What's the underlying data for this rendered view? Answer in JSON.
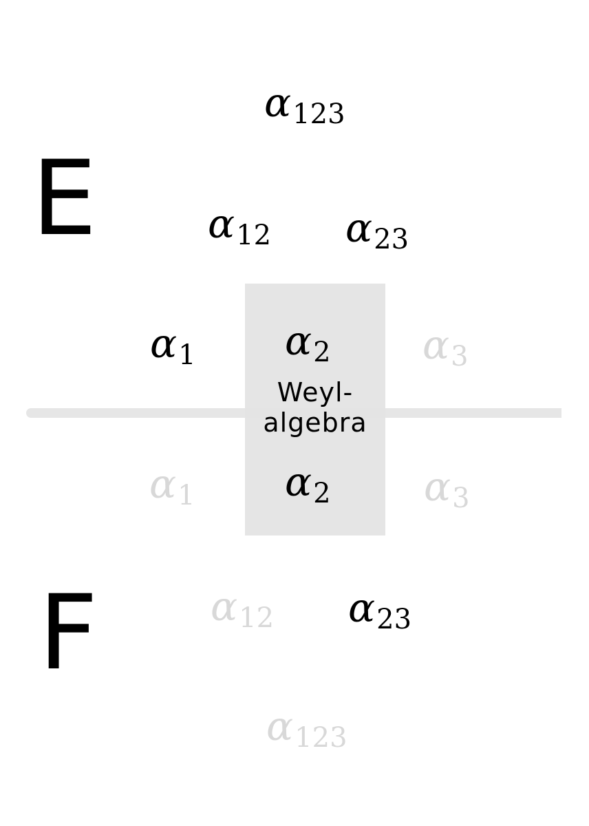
{
  "labels": {
    "top_letter": "E",
    "bottom_letter": "F",
    "box_label": "Weyl-\nalgebra"
  },
  "colors": {
    "active": "#000000",
    "inactive": "#d8d8d8",
    "box": "#e5e5e5",
    "divider": "#e3e3e3"
  },
  "roots": [
    {
      "id": "E-a123",
      "symbol": "α",
      "index": "123",
      "state": "active"
    },
    {
      "id": "E-a12",
      "symbol": "α",
      "index": "12",
      "state": "active"
    },
    {
      "id": "E-a23",
      "symbol": "α",
      "index": "23",
      "state": "active"
    },
    {
      "id": "E-a1",
      "symbol": "α",
      "index": "1",
      "state": "active"
    },
    {
      "id": "E-a2",
      "symbol": "α",
      "index": "2",
      "state": "active"
    },
    {
      "id": "E-a3",
      "symbol": "α",
      "index": "3",
      "state": "inactive"
    },
    {
      "id": "F-a1",
      "symbol": "α",
      "index": "1",
      "state": "inactive"
    },
    {
      "id": "F-a2",
      "symbol": "α",
      "index": "2",
      "state": "active"
    },
    {
      "id": "F-a3",
      "symbol": "α",
      "index": "3",
      "state": "inactive"
    },
    {
      "id": "F-a12",
      "symbol": "α",
      "index": "12",
      "state": "inactive"
    },
    {
      "id": "F-a23",
      "symbol": "α",
      "index": "23",
      "state": "active"
    },
    {
      "id": "F-a123",
      "symbol": "α",
      "index": "123",
      "state": "inactive"
    }
  ]
}
